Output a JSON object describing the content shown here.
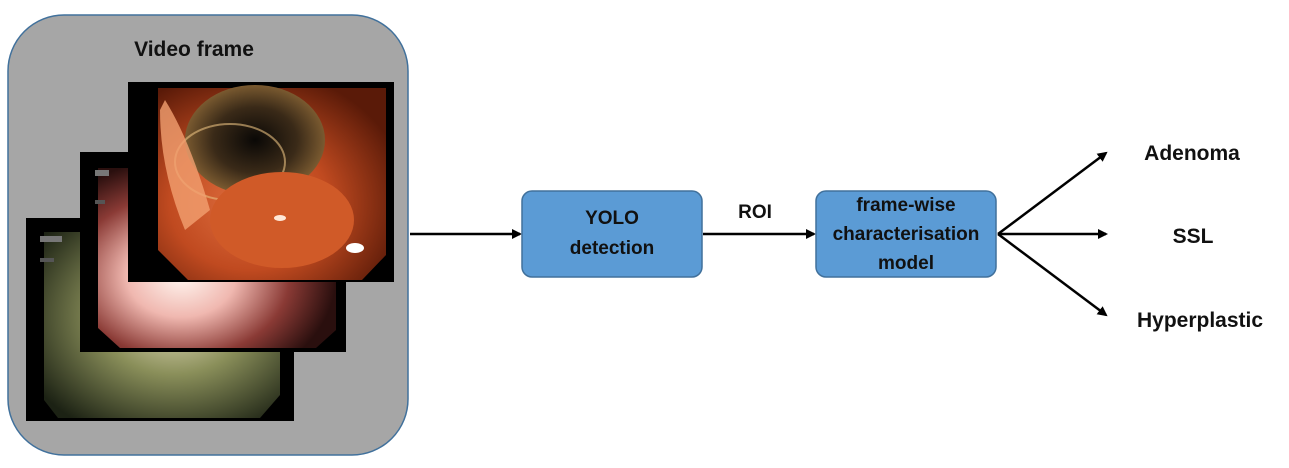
{
  "panel": {
    "title": "Video frame"
  },
  "boxes": {
    "detector": {
      "line1": "YOLO",
      "line2": "detection"
    },
    "classifier": {
      "line1": "frame-wise",
      "line2": "characterisation",
      "line3": "model"
    }
  },
  "edge_label": "ROI",
  "outputs": [
    "Adenoma",
    "SSL",
    "Hyperplastic"
  ],
  "colors": {
    "panel": "#a6a6a6",
    "panel_border": "#41719c",
    "box": "#5b9bd5",
    "box_border": "#41719c",
    "arrow": "#000000"
  }
}
